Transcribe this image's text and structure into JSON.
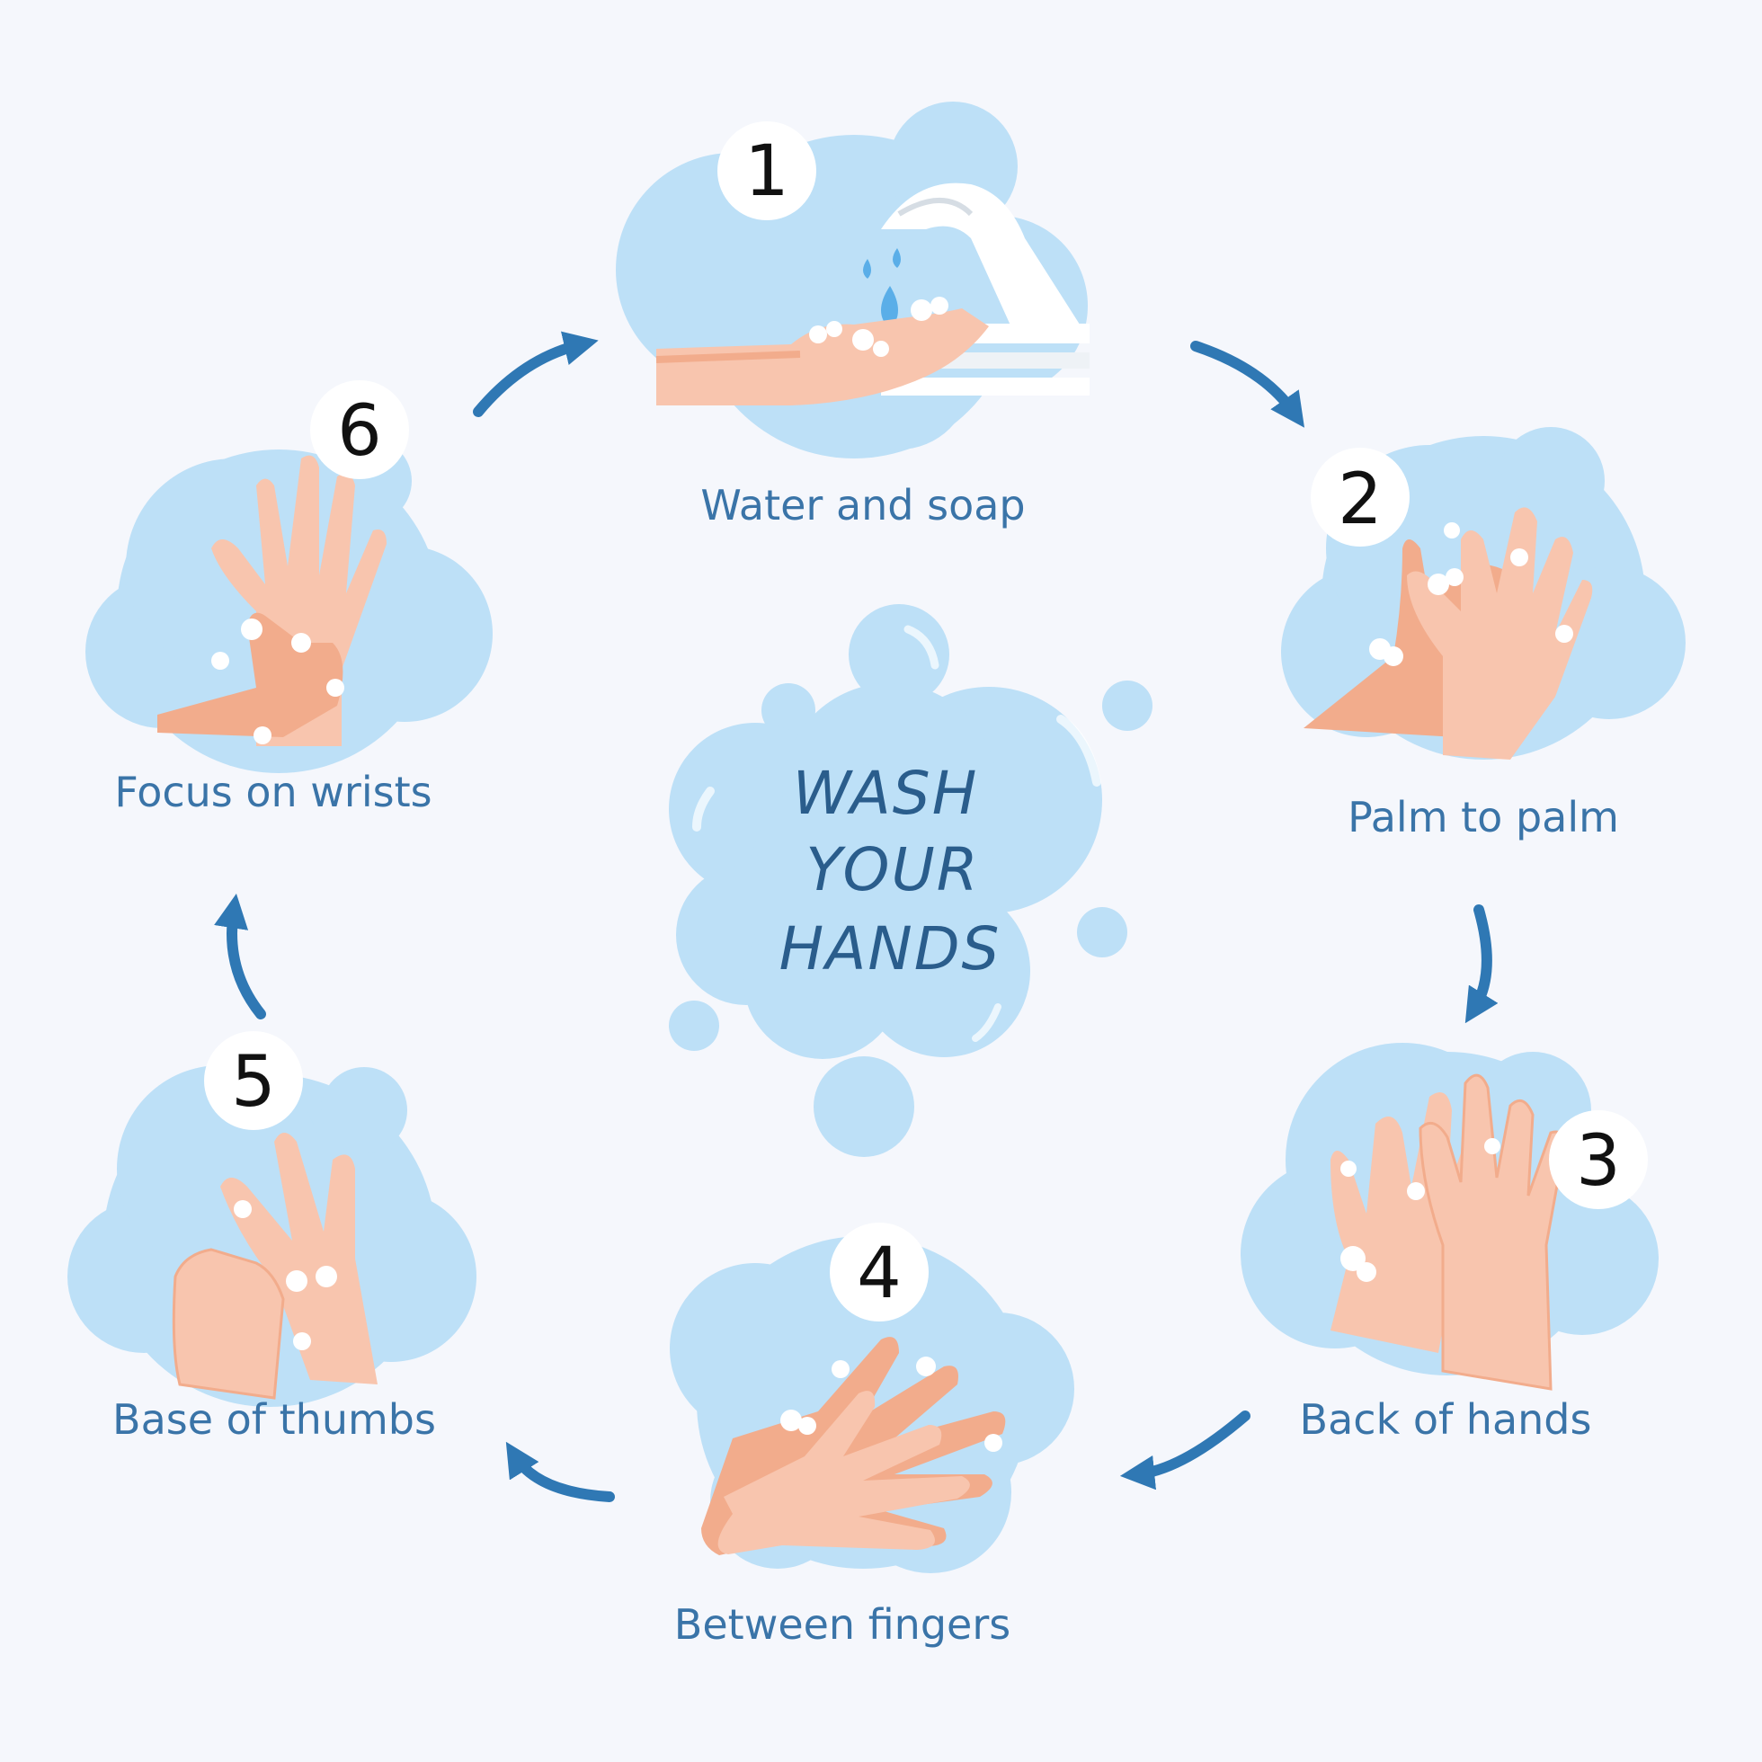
{
  "title_lines": [
    "WASH",
    "YOUR",
    "HANDS"
  ],
  "steps": [
    {
      "number": "1",
      "label": "Water and soap"
    },
    {
      "number": "2",
      "label": "Palm to palm"
    },
    {
      "number": "3",
      "label": "Back of hands"
    },
    {
      "number": "4",
      "label": "Between fingers"
    },
    {
      "number": "5",
      "label": "Base of thumbs"
    },
    {
      "number": "6",
      "label": "Focus on wrists"
    }
  ],
  "colors": {
    "background": "#f5f7fc",
    "bubble": "#bde0f7",
    "label": "#3a74a8",
    "arrow": "#2f78b4",
    "skin_light": "#f8c5ae",
    "skin_dark": "#f2ac8c",
    "foam": "#ffffff"
  },
  "icons": [
    "faucet-icon",
    "hands-icon",
    "soap-bubble-icon",
    "arrow-icon"
  ]
}
